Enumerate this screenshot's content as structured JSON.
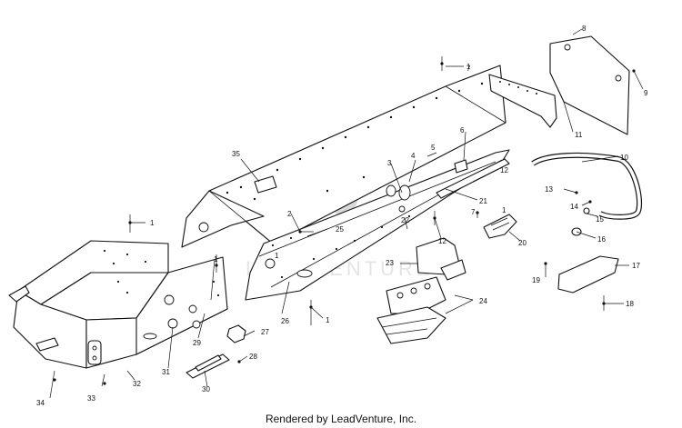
{
  "credit": "Rendered by LeadVenture, Inc.",
  "watermark": {
    "word": "LEADVENTURE",
    "icon": "flame-logo-icon"
  },
  "callouts": [
    {
      "id": "c1a",
      "label": "1"
    },
    {
      "id": "c1b",
      "label": "1"
    },
    {
      "id": "c1c",
      "label": "1"
    },
    {
      "id": "c1d",
      "label": "1"
    },
    {
      "id": "c1e",
      "label": "1"
    },
    {
      "id": "c1f",
      "label": "1"
    },
    {
      "id": "c2",
      "label": "2"
    },
    {
      "id": "c3",
      "label": "3"
    },
    {
      "id": "c4",
      "label": "4"
    },
    {
      "id": "c5",
      "label": "5"
    },
    {
      "id": "c6",
      "label": "6"
    },
    {
      "id": "c7a",
      "label": "7"
    },
    {
      "id": "c7b",
      "label": "7"
    },
    {
      "id": "c8",
      "label": "8"
    },
    {
      "id": "c9",
      "label": "9"
    },
    {
      "id": "c10",
      "label": "10"
    },
    {
      "id": "c11",
      "label": "11"
    },
    {
      "id": "c12a",
      "label": "12"
    },
    {
      "id": "c12b",
      "label": "12"
    },
    {
      "id": "c13",
      "label": "13"
    },
    {
      "id": "c14",
      "label": "14"
    },
    {
      "id": "c15",
      "label": "15"
    },
    {
      "id": "c16",
      "label": "16"
    },
    {
      "id": "c17",
      "label": "17"
    },
    {
      "id": "c18",
      "label": "18"
    },
    {
      "id": "c19",
      "label": "19"
    },
    {
      "id": "c20",
      "label": "20"
    },
    {
      "id": "c21",
      "label": "21"
    },
    {
      "id": "c22",
      "label": "22"
    },
    {
      "id": "c23",
      "label": "23"
    },
    {
      "id": "c24",
      "label": "24"
    },
    {
      "id": "c25",
      "label": "25"
    },
    {
      "id": "c26",
      "label": "26"
    },
    {
      "id": "c27",
      "label": "27"
    },
    {
      "id": "c28",
      "label": "28"
    },
    {
      "id": "c29",
      "label": "29"
    },
    {
      "id": "c30",
      "label": "30"
    },
    {
      "id": "c31",
      "label": "31"
    },
    {
      "id": "c32",
      "label": "32"
    },
    {
      "id": "c33",
      "label": "33"
    },
    {
      "id": "c34",
      "label": "34"
    },
    {
      "id": "c35",
      "label": "35"
    }
  ]
}
